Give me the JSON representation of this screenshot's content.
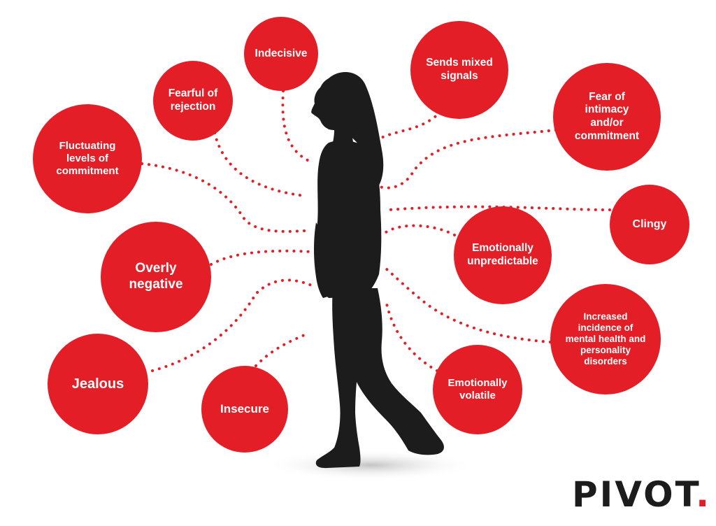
{
  "colors": {
    "bubble": "#e41e26",
    "figure": "#1c1c1c",
    "text": "#ffffff",
    "logo_dot": "#e41e26"
  },
  "bubbles": [
    {
      "id": "indecisive",
      "label": "Indecisive"
    },
    {
      "id": "sends-mixed-signals",
      "label": "Sends mixed\nsignals"
    },
    {
      "id": "fearful-of-rejection",
      "label": "Fearful of\nrejection"
    },
    {
      "id": "fear-of-intimacy",
      "label": "Fear of\nintimacy\nand/or\ncommitment"
    },
    {
      "id": "fluctuating-commitment",
      "label": "Fluctuating\nlevels of\ncommitment"
    },
    {
      "id": "clingy",
      "label": "Clingy"
    },
    {
      "id": "emotionally-unpredictable",
      "label": "Emotionally\nunpredictable"
    },
    {
      "id": "overly-negative",
      "label": "Overly\nnegative"
    },
    {
      "id": "increased-incidence",
      "label": "Increased\nincidence of\nmental health and\npersonality\ndisorders"
    },
    {
      "id": "jealous",
      "label": "Jealous"
    },
    {
      "id": "insecure",
      "label": "Insecure"
    },
    {
      "id": "emotionally-volatile",
      "label": "Emotionally\nvolatile"
    }
  ],
  "logo": {
    "word": "PIVOT",
    "dot": "."
  }
}
